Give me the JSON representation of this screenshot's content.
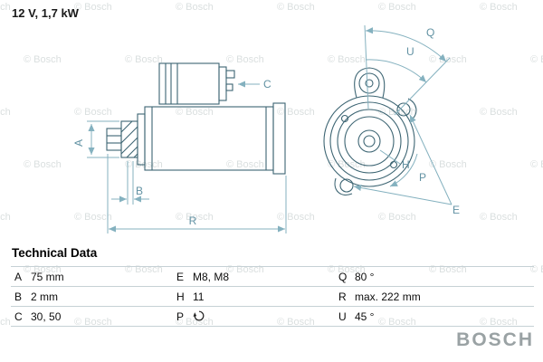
{
  "header": {
    "rating": "12 V, 1,7 kW"
  },
  "watermark": {
    "text": "© Bosch"
  },
  "diagram": {
    "labels": {
      "A": "A",
      "B": "B",
      "C": "C",
      "R": "R",
      "Q": "Q",
      "U": "U",
      "H": "H",
      "P": "P",
      "E": "E"
    }
  },
  "table": {
    "title": "Technical Data",
    "rows": [
      {
        "cells": [
          {
            "key": "A",
            "value": "75 mm"
          },
          {
            "key": "E",
            "value": "M8, M8"
          },
          {
            "key": "Q",
            "value": "80 °"
          }
        ]
      },
      {
        "cells": [
          {
            "key": "B",
            "value": "2 mm"
          },
          {
            "key": "H",
            "value": "11"
          },
          {
            "key": "R",
            "value": "max. 222 mm"
          }
        ]
      },
      {
        "cells": [
          {
            "key": "C",
            "value": "30, 50"
          },
          {
            "key": "P",
            "value": "",
            "icon": "clockwise-rotation"
          },
          {
            "key": "U",
            "value": "45 °"
          }
        ]
      }
    ]
  },
  "footer": {
    "logo": "BOSCH"
  }
}
